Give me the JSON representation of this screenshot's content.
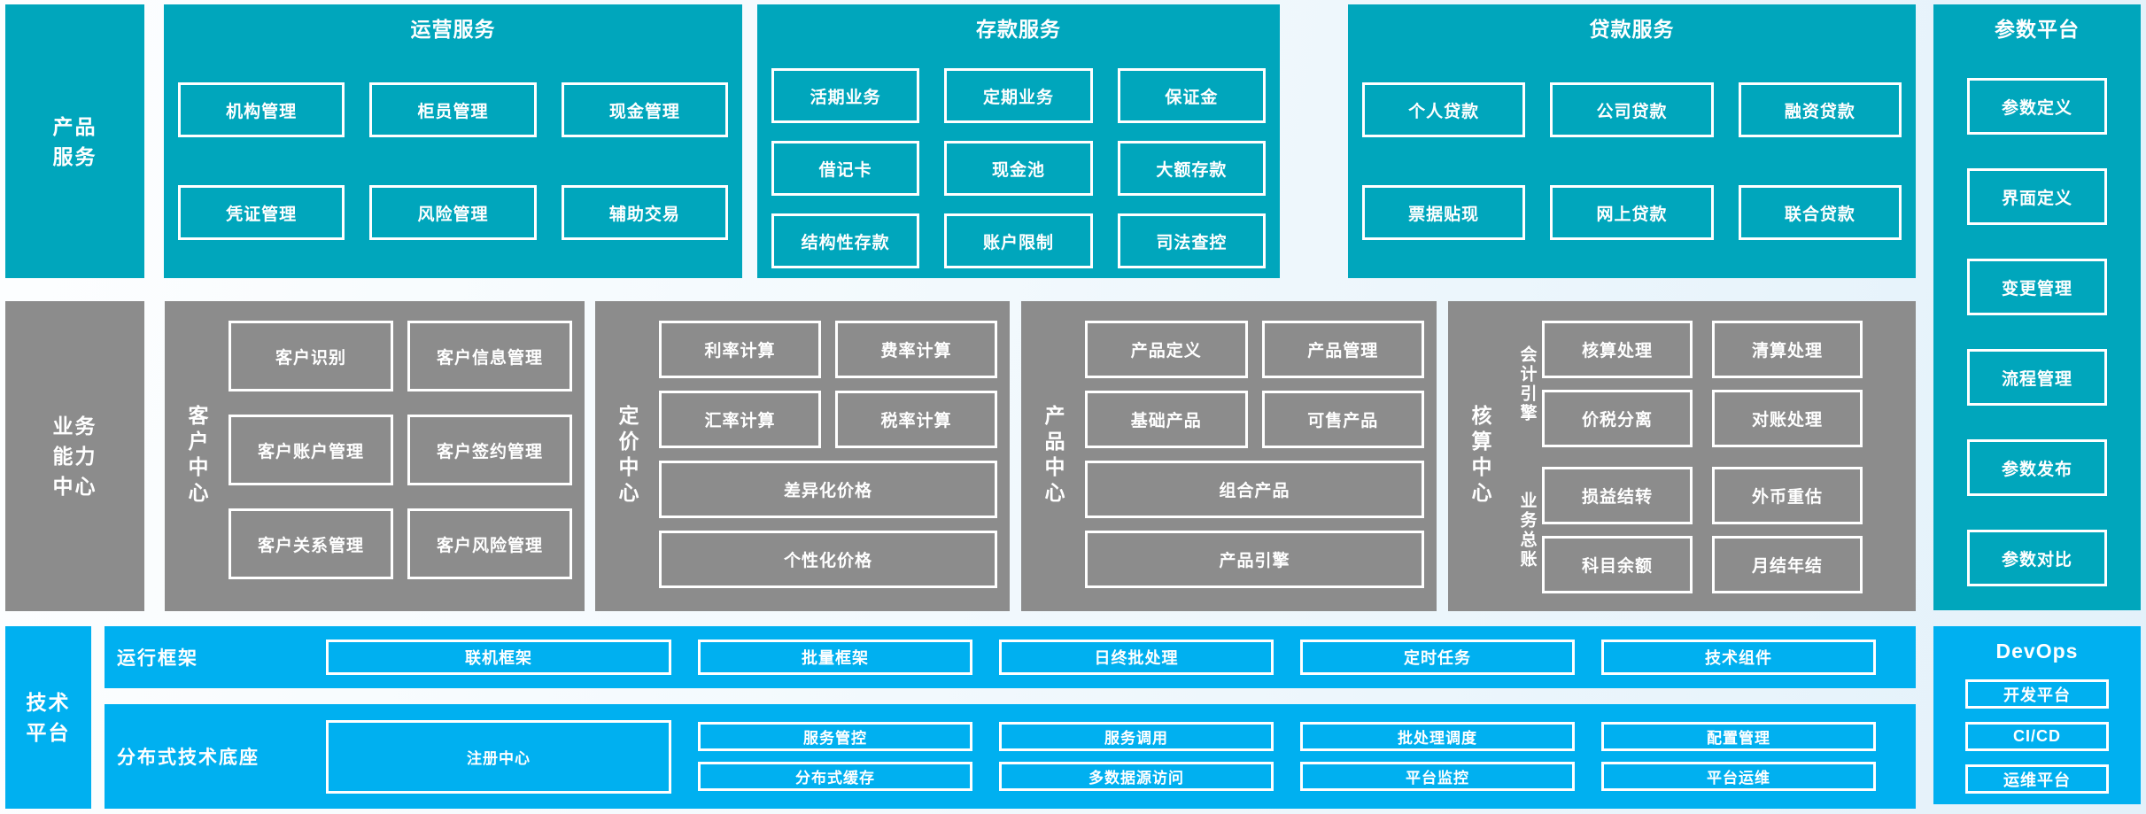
{
  "colors": {
    "teal": "#00A6BC",
    "gray": "#8C8C8C",
    "blue": "#00B0F0"
  },
  "sidebars": {
    "product": {
      "lines": [
        "产品",
        "服务"
      ]
    },
    "business": {
      "lines": [
        "业务",
        "能力",
        "中心"
      ]
    },
    "tech": {
      "lines": [
        "技术",
        "平台"
      ]
    }
  },
  "top": {
    "ops": {
      "title": "运营服务",
      "items": [
        "机构管理",
        "柜员管理",
        "现金管理",
        "凭证管理",
        "风险管理",
        "辅助交易"
      ]
    },
    "deposit": {
      "title": "存款服务",
      "items": [
        "活期业务",
        "定期业务",
        "保证金",
        "借记卡",
        "现金池",
        "大额存款",
        "结构性存款",
        "账户限制",
        "司法查控"
      ]
    },
    "loan": {
      "title": "贷款服务",
      "items": [
        "个人贷款",
        "公司贷款",
        "融资贷款",
        "票据贴现",
        "网上贷款",
        "联合贷款"
      ]
    }
  },
  "param": {
    "title": "参数平台",
    "items": [
      "参数定义",
      "界面定义",
      "变更管理",
      "流程管理",
      "参数发布",
      "参数对比"
    ]
  },
  "middle": {
    "customer": {
      "label": "客户中心",
      "items": [
        "客户识别",
        "客户信息管理",
        "客户账户管理",
        "客户签约管理",
        "客户关系管理",
        "客户风险管理"
      ]
    },
    "pricing": {
      "label": "定价中心",
      "items": [
        "利率计算",
        "费率计算",
        "汇率计算",
        "税率计算"
      ],
      "wide_items": [
        "差异化价格",
        "个性化价格"
      ]
    },
    "product": {
      "label": "产品中心",
      "items": [
        "产品定义",
        "产品管理",
        "基础产品",
        "可售产品"
      ],
      "wide_items": [
        "组合产品",
        "产品引擎"
      ]
    },
    "accounting": {
      "label": "核算中心",
      "groups": [
        {
          "label": "会计引擎",
          "items": [
            "核算处理",
            "清算处理",
            "价税分离",
            "对账处理"
          ]
        },
        {
          "label": "业务总账",
          "items": [
            "损益结转",
            "外币重估",
            "科目余额",
            "月结年结"
          ]
        }
      ]
    }
  },
  "bottom": {
    "runtime": {
      "label": "运行框架",
      "items": [
        "联机框架",
        "批量框架",
        "日终批处理",
        "定时任务",
        "技术组件"
      ]
    },
    "distributed": {
      "label": "分布式技术底座",
      "registry": "注册中心",
      "items_top": [
        "服务管控",
        "服务调用",
        "批处理调度",
        "配置管理"
      ],
      "items_bottom": [
        "分布式缓存",
        "多数据源访问",
        "平台监控",
        "平台运维"
      ]
    }
  },
  "devops": {
    "title": "DevOps",
    "items": [
      "开发平台",
      "CI/CD",
      "运维平台"
    ]
  }
}
